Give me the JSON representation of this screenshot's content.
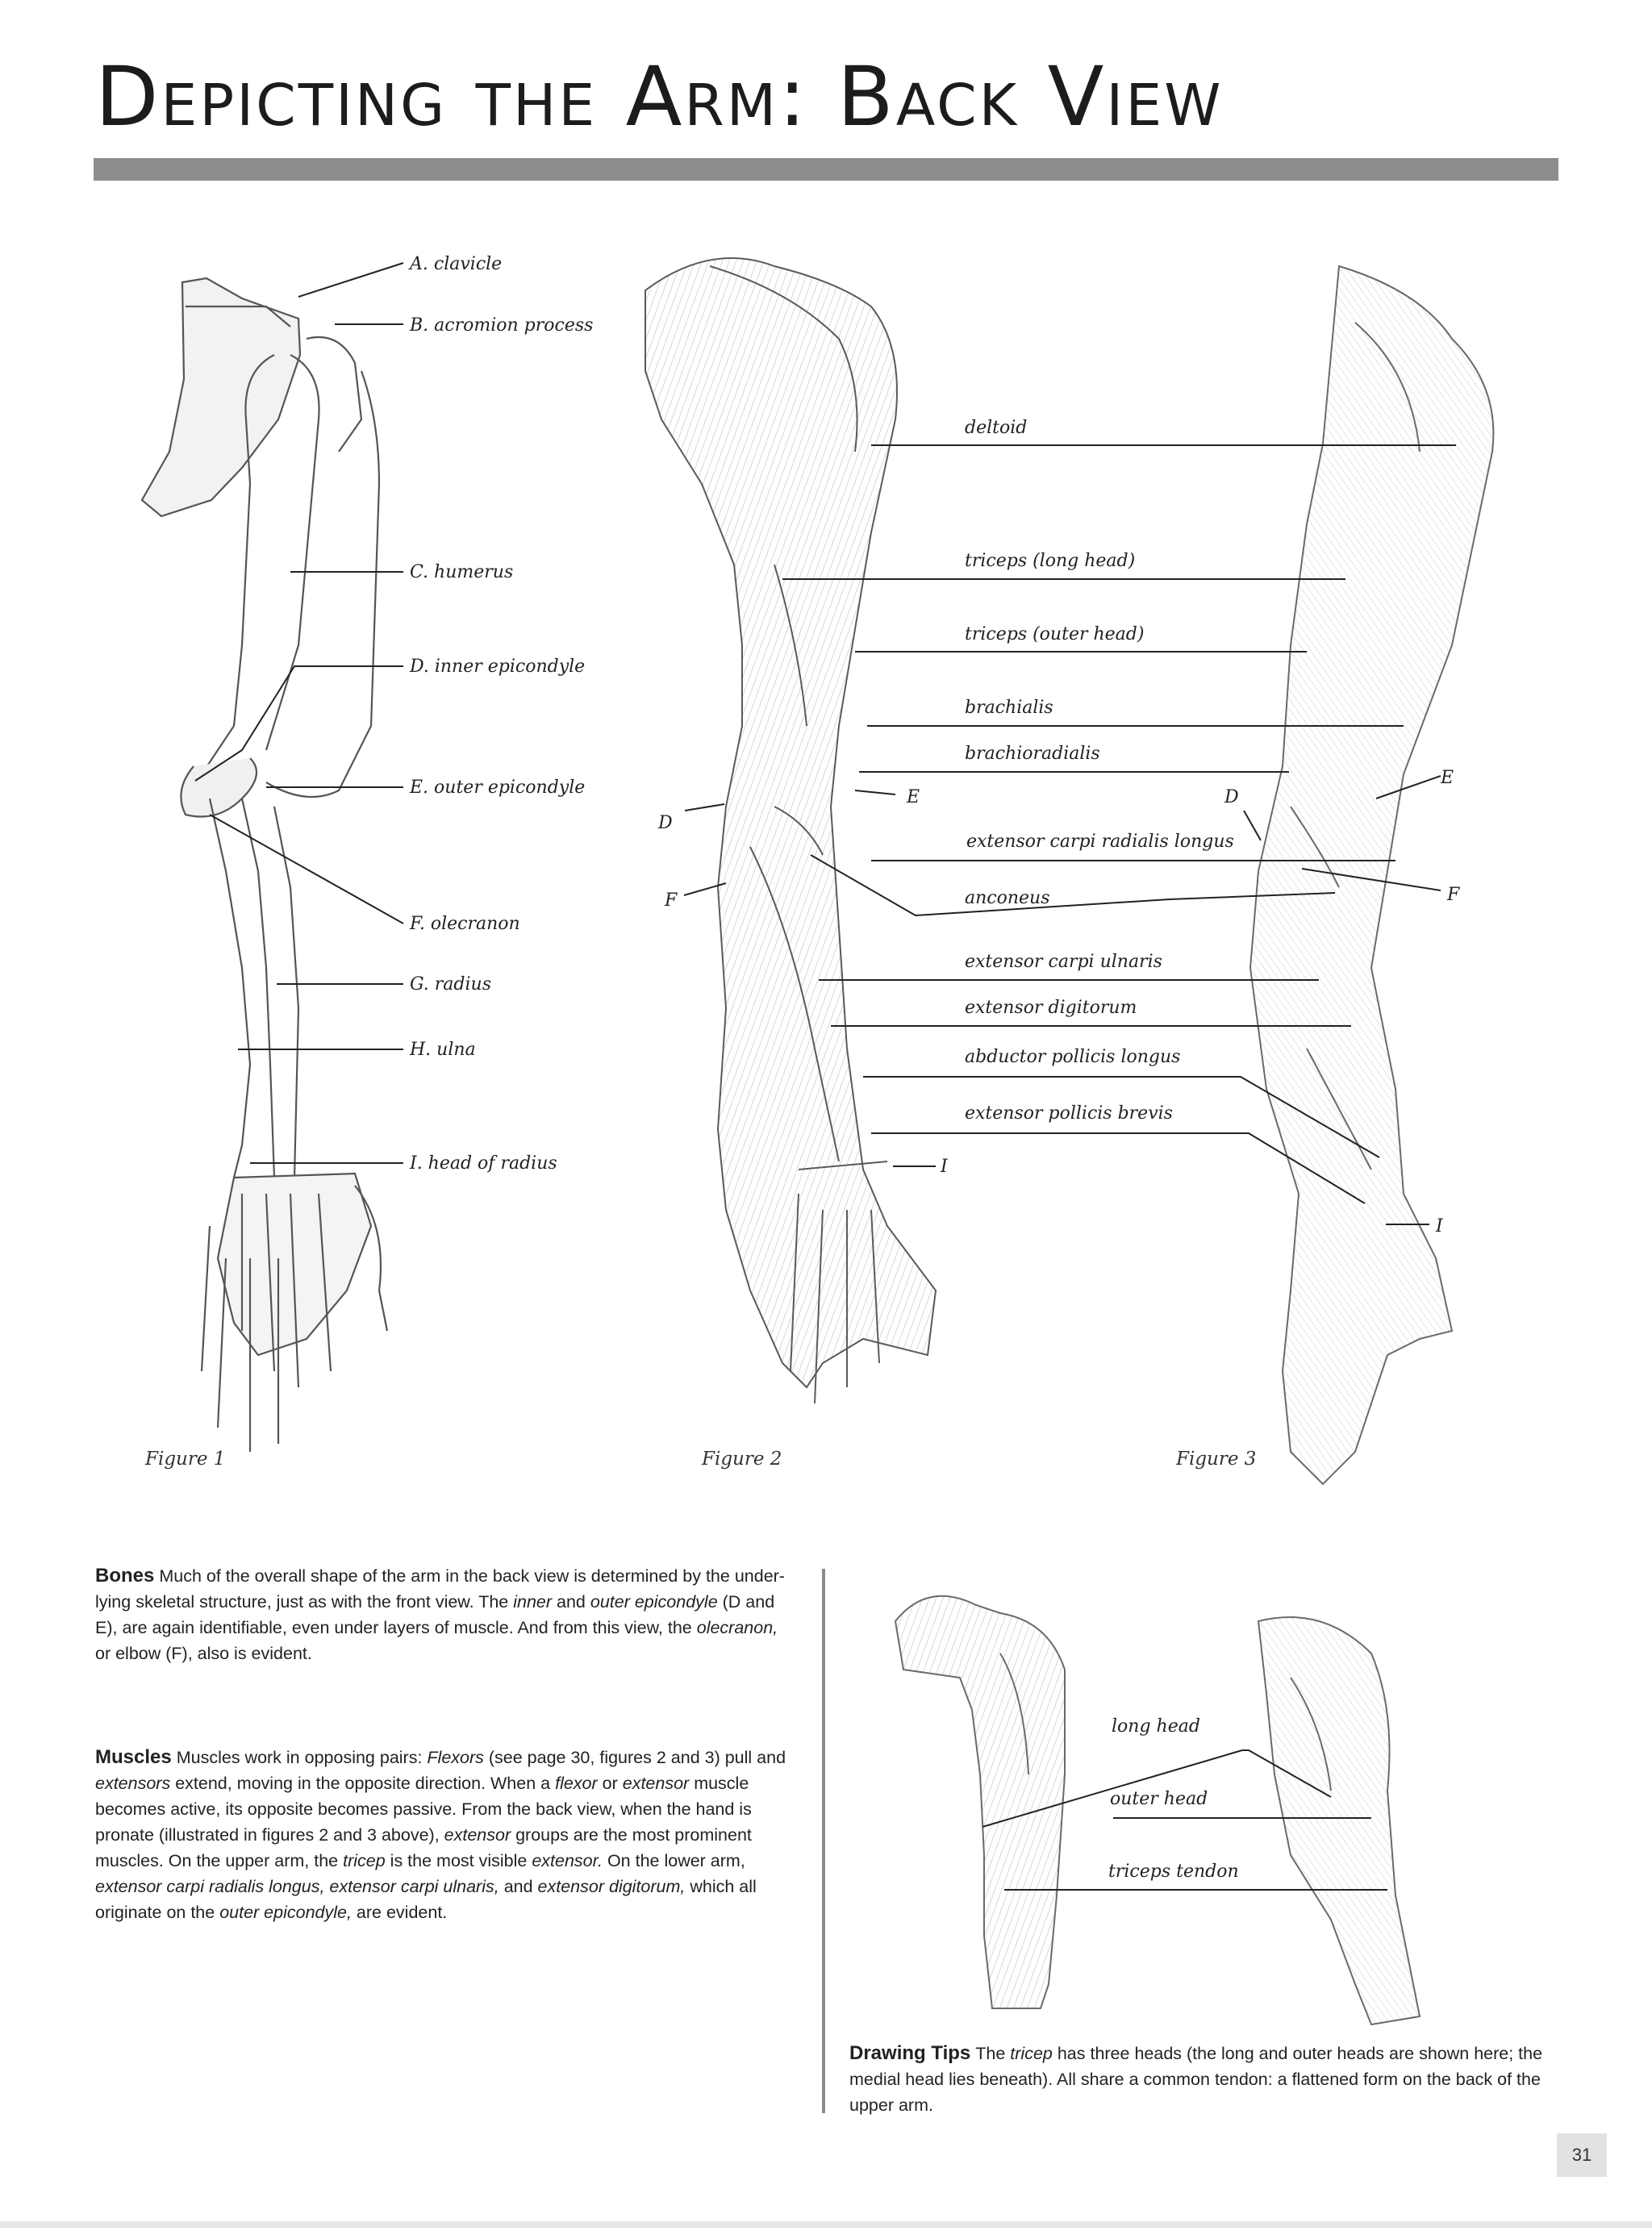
{
  "page": {
    "title": "Depicting the Arm: Back View",
    "page_number": "31"
  },
  "figure1": {
    "caption": "Figure 1",
    "labels": [
      "A. clavicle",
      "B. acromion process",
      "C. humerus",
      "D. inner epicondyle",
      "E. outer epicondyle",
      "F. olecranon",
      "G. radius",
      "H. ulna",
      "I. head of radius"
    ]
  },
  "figure2": {
    "caption": "Figure 2",
    "letters": {
      "d": "D",
      "e": "E",
      "f": "F",
      "i": "I"
    }
  },
  "figure3": {
    "caption": "Figure 3",
    "letters": {
      "d": "D",
      "e": "E",
      "f": "F",
      "i": "I"
    }
  },
  "muscle_labels": [
    "deltoid",
    "triceps (long head)",
    "triceps (outer head)",
    "brachialis",
    "brachioradialis",
    "extensor carpi radialis longus",
    "anconeus",
    "extensor carpi ulnaris",
    "extensor digitorum",
    "abductor pollicis longus",
    "extensor pollicis brevis"
  ],
  "bones_text": {
    "heading": "Bones",
    "s1": "Much of the overall shape of the arm in the back view is determined by the under-lying skeletal structure, just as with the front view. The ",
    "e1": "inner",
    "s2": " and ",
    "e2": "outer epicondyle",
    "s3": " (D and E), are again identifiable, even under layers of muscle. And from this view, the ",
    "e3": "olecranon,",
    "s4": " or elbow (F), also is evident."
  },
  "muscles_text": {
    "heading": "Muscles",
    "s1": "Muscles work in opposing pairs: ",
    "e1": "Flexors",
    "s2": " (see page 30, figures 2 and 3) pull and ",
    "e2": "extensors",
    "s3": " extend, moving in the opposite direction. When a ",
    "e3": "flexor",
    "s4": " or ",
    "e4": "extensor",
    "s5": " muscle becomes active, its opposite becomes passive. From the back view, when the hand is pronate (illustrated in figures 2 and 3 above), ",
    "e5": "extensor",
    "s6": " groups are the most prominent muscles. On the upper arm, the ",
    "e6": "tricep",
    "s7": " is the most visible ",
    "e7": "extensor.",
    "s8": " On the lower arm, ",
    "e8": "extensor carpi radialis longus, extensor carpi ulnaris,",
    "s9": " and ",
    "e9": "extensor digitorum,",
    "s10": " which all originate on the ",
    "e10": "outer epicondyle,",
    "s11": " are evident."
  },
  "triceps_labels": [
    "long head",
    "outer head",
    "triceps tendon"
  ],
  "drawing_tips": {
    "heading": "Drawing Tips",
    "s1": "The ",
    "e1": "tricep",
    "s2": " has three heads (the long and outer heads are shown here; the medial head lies beneath). All share a common tendon: a flattened form on the back of the upper arm."
  }
}
